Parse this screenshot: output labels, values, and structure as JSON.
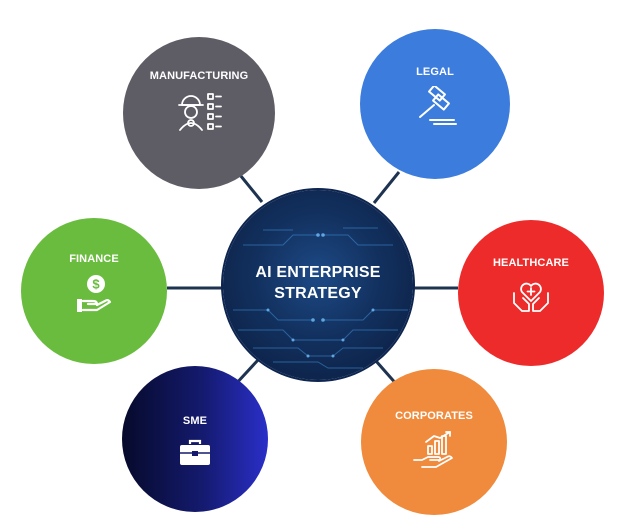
{
  "hub": {
    "title_lines": [
      "AI ENTERPRISE",
      "STRATEGY"
    ],
    "color": "#12305e"
  },
  "nodes": [
    {
      "id": "manufacturing",
      "label": "MANUFACTURING",
      "color": "#5e5d66",
      "icon": "worker-checklist-icon"
    },
    {
      "id": "legal",
      "label": "LEGAL",
      "color": "#3c7cdc",
      "icon": "gavel-icon"
    },
    {
      "id": "finance",
      "label": "FINANCE",
      "color": "#6abc3e",
      "icon": "hand-dollar-icon"
    },
    {
      "id": "healthcare",
      "label": "HEALTHCARE",
      "color": "#ee2b2b",
      "icon": "hands-heart-icon"
    },
    {
      "id": "sme",
      "label": "SME",
      "color": "#141a6e",
      "icon": "briefcase-icon"
    },
    {
      "id": "corporates",
      "label": "CORPORATES",
      "color": "#f08a3c",
      "icon": "hand-growth-chart-icon"
    }
  ],
  "connector_color": "#1e3350"
}
